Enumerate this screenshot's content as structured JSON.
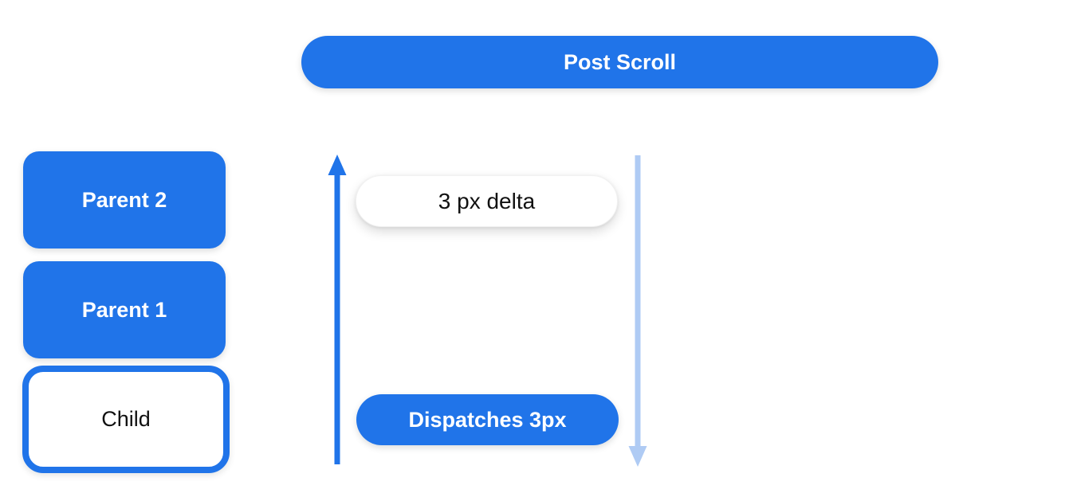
{
  "canvas": {
    "background": "#ffffff",
    "description": "Scroll dispatch flow diagram"
  },
  "colors": {
    "primary_blue": "#2074E9",
    "light_blue": "#AFCBF4",
    "pill_white": "#ffffff",
    "text_white": "#ffffff",
    "text_black": "#111111"
  },
  "header": {
    "post_scroll_label": "Post Scroll"
  },
  "nodes": [
    {
      "id": "parent2",
      "label": "Parent 2",
      "style": "blue-filled"
    },
    {
      "id": "parent1",
      "label": "Parent 1",
      "style": "blue-filled"
    },
    {
      "id": "child",
      "label": "Child",
      "style": "white-outlined"
    }
  ],
  "flow": {
    "delta_label": "3 px delta",
    "dispatch_label": "Dispatches 3px",
    "up_arrow_icon": "up-arrow",
    "down_arrow_icon": "down-arrow"
  }
}
